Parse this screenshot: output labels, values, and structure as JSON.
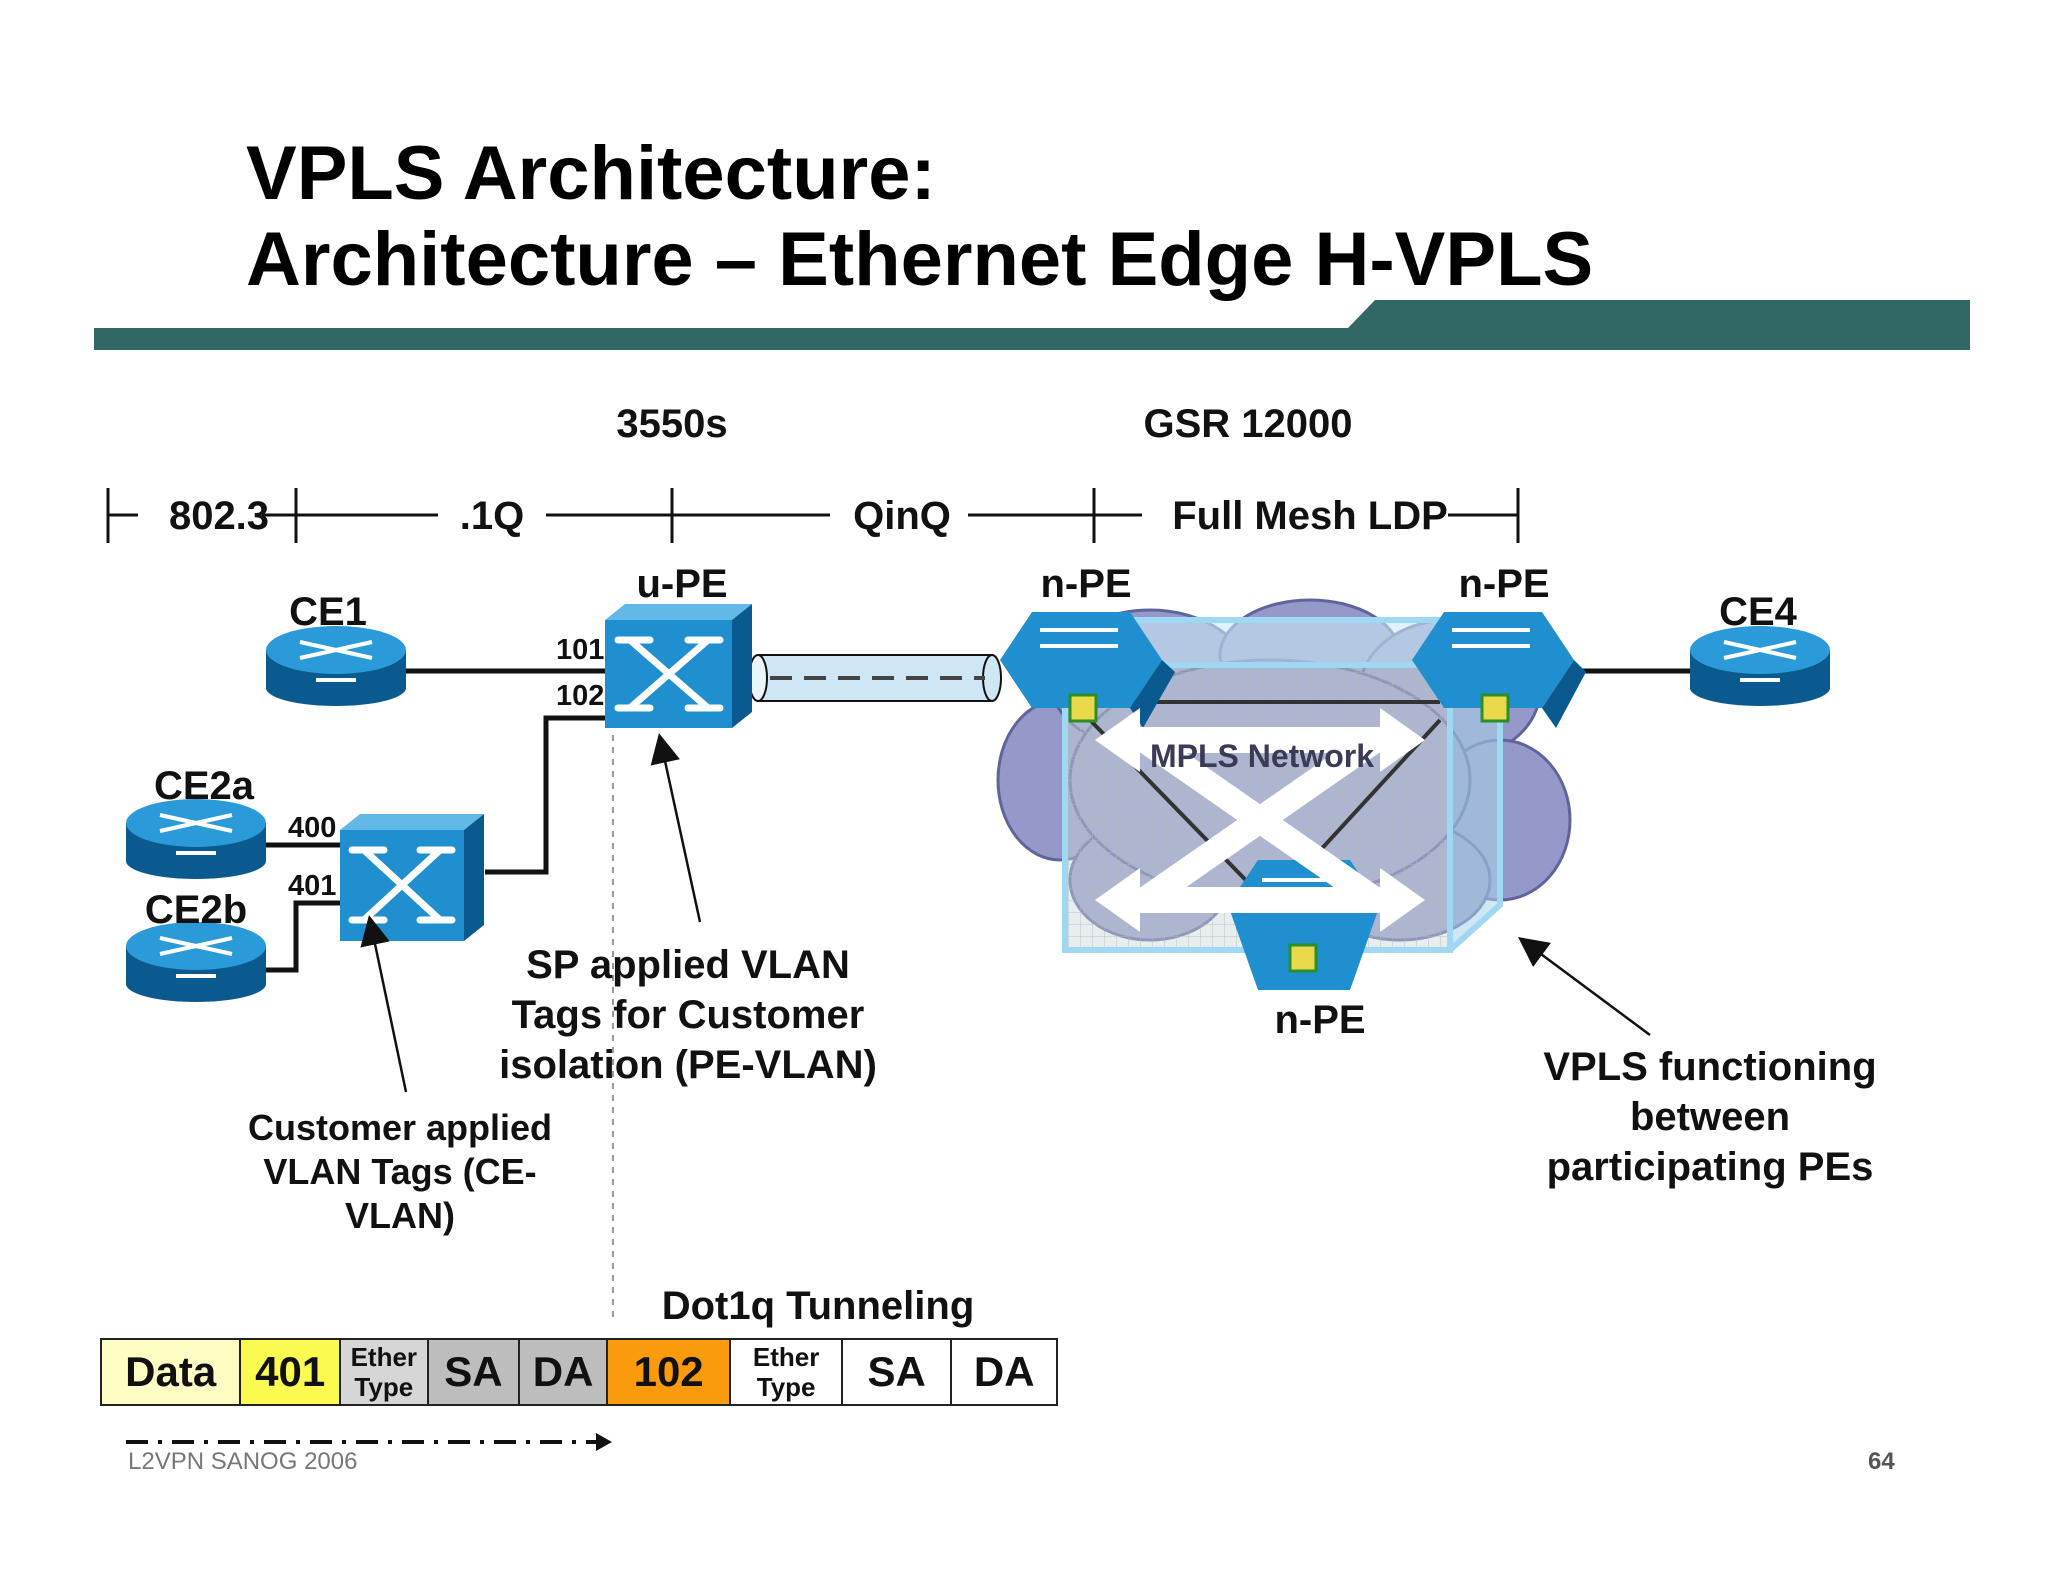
{
  "title": {
    "line1": "VPLS Architecture:",
    "line2": "Architecture – Ethernet Edge H-VPLS"
  },
  "colors": {
    "banner": "#316866",
    "device": "#1f8fcf",
    "device_dark": "#0b5a8f",
    "cloud": "#7a7fb8"
  },
  "top_labels": {
    "switch_model": "3550s",
    "router_model": "GSR 12000"
  },
  "segments": {
    "s1": "802.3",
    "s2": ".1Q",
    "s3": "QinQ",
    "s4": "Full Mesh LDP"
  },
  "devices": {
    "ce1": "CE1",
    "ce2a": "CE2a",
    "ce2b": "CE2b",
    "ce4": "CE4",
    "upe": "u-PE",
    "npe_left": "n-PE",
    "npe_right": "n-PE",
    "npe_bottom": "n-PE"
  },
  "vlan_tags": {
    "t101": "101",
    "t102": "102",
    "t400": "400",
    "t401": "401"
  },
  "cloud_label": "MPLS Network",
  "callouts": {
    "sp_vlan": [
      "SP applied VLAN",
      "Tags for Customer",
      "isolation (PE-VLAN)"
    ],
    "customer_vlan": [
      "Customer applied",
      "VLAN Tags (CE-",
      "VLAN)"
    ],
    "vpls": [
      "VPLS functioning",
      "between",
      "participating PEs"
    ]
  },
  "tunneling_label": "Dot1q Tunneling",
  "frame": [
    {
      "text": "Data",
      "color": "#fdfdc4",
      "size": "big"
    },
    {
      "text": "401",
      "color": "#fafa50",
      "size": "big"
    },
    {
      "text": "Ether Type",
      "color": "#d6d6d6",
      "size": "small"
    },
    {
      "text": "SA",
      "color": "#bdbdbd",
      "size": "big"
    },
    {
      "text": "DA",
      "color": "#bdbdbd",
      "size": "big"
    },
    {
      "text": "102",
      "color": "#f99b0c",
      "size": "big"
    },
    {
      "text": "Ether Type",
      "color": "#ffffff",
      "size": "small"
    },
    {
      "text": "SA",
      "color": "#ffffff",
      "size": "big"
    },
    {
      "text": "DA",
      "color": "#ffffff",
      "size": "big"
    }
  ],
  "footer": {
    "left": "L2VPN  SANOG 2006",
    "page": "64"
  }
}
